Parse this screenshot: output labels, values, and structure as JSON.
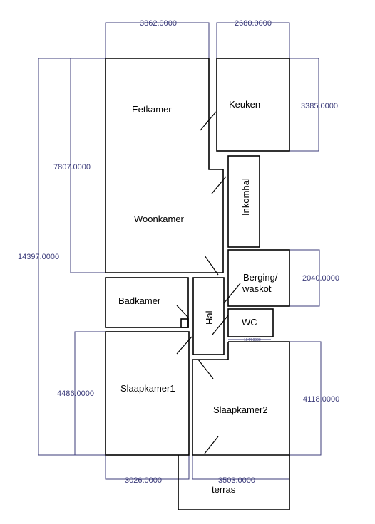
{
  "rooms": {
    "eetkamer": "Eetkamer",
    "keuken": "Keuken",
    "inkomhal": "Inkomhal",
    "woonkamer": "Woonkamer",
    "berging": "Berging/",
    "waskot": "waskot",
    "badkamer": "Badkamer",
    "hal": "Hal",
    "wc": "WC",
    "slaapkamer1": "Slaapkamer1",
    "slaapkamer2": "Slaapkamer2",
    "terras": "terras"
  },
  "dimensions": {
    "top_woonkamer_width": "3862.0000",
    "top_keuken_width": "2680.0000",
    "keuken_height": "3385.0000",
    "woonkamer_height": "7807.0000",
    "total_height": "14397.0000",
    "berging_height": "2040.0000",
    "slaapkamer1_height": "4486.0000",
    "slaapkamer2_height": "4118.0000",
    "bottom_slaapkamer1_width": "3026.0000",
    "bottom_slaapkamer2_width": "3503.0000",
    "wc_small": "1044.0000"
  },
  "colors": {
    "walls": "#000000",
    "dimensions": "#3b3b7a",
    "background": "#ffffff"
  }
}
